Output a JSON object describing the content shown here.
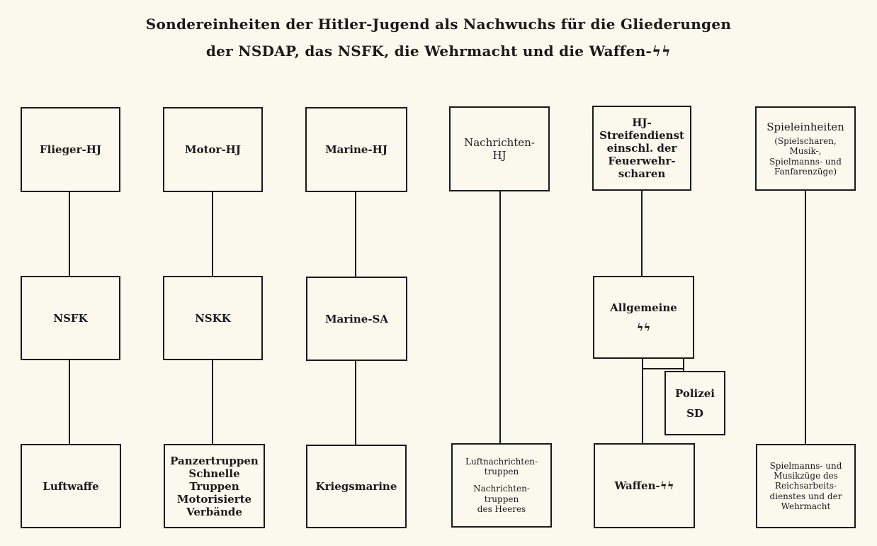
{
  "title": {
    "line1": "Sondereinheiten der Hitler-Jugend als Nachwuchs für die Gliederungen",
    "line2": "der NSDAP, das NSFK, die Wehrmacht und die Waffen-ϟϟ"
  },
  "columns": [
    {
      "top": [
        "Flieger-HJ"
      ],
      "middle": [
        "NSFK"
      ],
      "bottom": [
        "Luftwaffe"
      ]
    },
    {
      "top": [
        "Motor-HJ"
      ],
      "middle": [
        "NSKK"
      ],
      "bottom": [
        "Panzertruppen",
        "Schnelle",
        "Truppen",
        "Motorisierte",
        "Verbände"
      ]
    },
    {
      "top": [
        "Marine-HJ"
      ],
      "middle": [
        "Marine-SA"
      ],
      "bottom": [
        "Kriegsmarine"
      ]
    },
    {
      "top": [
        "Nachrichten-",
        "HJ"
      ],
      "bottom_a": [
        "Luftnachrichten-",
        "truppen"
      ],
      "bottom_b": [
        "Nachrichten-",
        "truppen",
        "des Heeres"
      ]
    },
    {
      "top": [
        "HJ-",
        "Streifendienst",
        "einschl. der",
        "Feuerwehr-",
        "scharen"
      ],
      "middle": [
        "Allgemeine",
        "ϟϟ"
      ],
      "side": [
        "Polizei",
        "SD"
      ],
      "bottom": [
        "Waffen-ϟϟ"
      ]
    },
    {
      "top_title": "Spieleinheiten",
      "top_sub": [
        "(Spielscharen,",
        "Musik-,",
        "Spielmanns- und",
        "Fanfarenzüge)"
      ],
      "bottom": [
        "Spielmanns- und",
        "Musikzüge des",
        "Reichsarbeits-",
        "dienstes und der",
        "Wehrmacht"
      ]
    }
  ]
}
